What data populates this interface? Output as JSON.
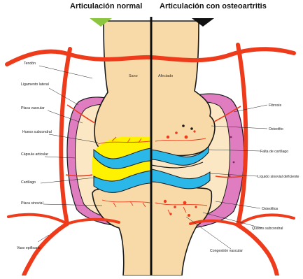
{
  "header": {
    "left_title": "Articulación normal",
    "right_title": "Articulación con osteoartritis"
  },
  "center_labels": {
    "left": "Sano",
    "right": "Afectado"
  },
  "labels_left": [
    "Tendón",
    "Ligamento lateral",
    "Placa vascular",
    "Hueso subcondral",
    "Cápsula articular",
    "Cartílago",
    "Placa sinovial",
    "Vaso epifisario"
  ],
  "labels_right": [
    "Fibrosis",
    "Osteofito",
    "Falta de cartílago",
    "Líquido sinovial deficiente",
    "Osteofitos",
    "Quistes subcondral",
    "Congestión vascular"
  ],
  "colors": {
    "bone": "#f8d9a8",
    "bone_outline": "#1a1a1a",
    "marrow": "#fbe7c4",
    "cartilage": "#2bb7e8",
    "synovial_fluid": "#fff200",
    "synovium": "#e07cc0",
    "vessel": "#ee3b1c",
    "left_marker": "#8cc63f",
    "right_marker": "#111111"
  }
}
